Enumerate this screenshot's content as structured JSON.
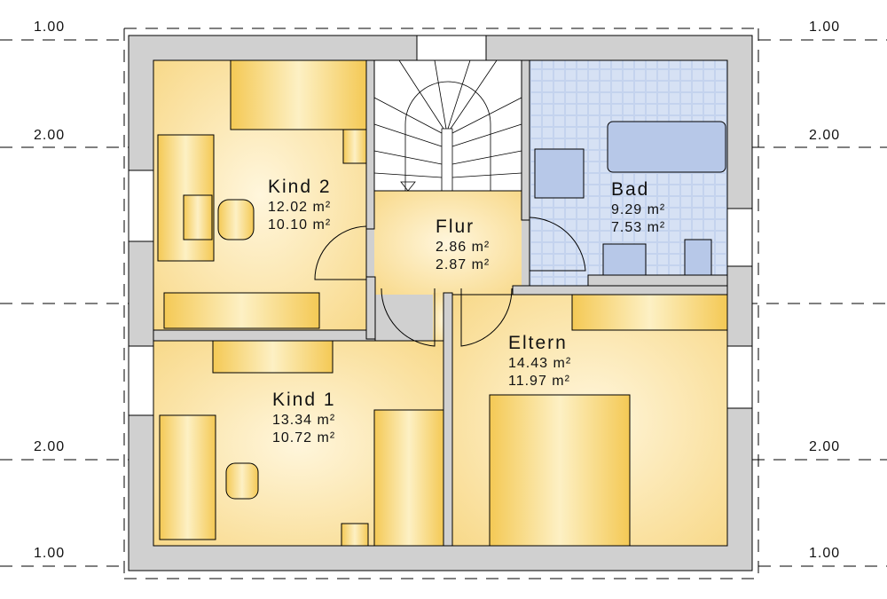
{
  "dimensions": {
    "left": [
      "1.00",
      "2.00",
      "2.00",
      "1.00"
    ],
    "right": [
      "1.00",
      "2.00",
      "2.00",
      "1.00"
    ]
  },
  "rooms": {
    "kind2": {
      "name": "Kind 2",
      "area_gross": "12.02 m²",
      "area_net": "10.10 m²"
    },
    "flur": {
      "name": "Flur",
      "area_gross": "2.86 m²",
      "area_net": "2.87 m²"
    },
    "bad": {
      "name": "Bad",
      "area_gross": "9.29 m²",
      "area_net": "7.53 m²"
    },
    "kind1": {
      "name": "Kind 1",
      "area_gross": "13.34 m²",
      "area_net": "10.72 m²"
    },
    "eltern": {
      "name": "Eltern",
      "area_gross": "14.43 m²",
      "area_net": "11.97 m²"
    }
  },
  "colors": {
    "wall": "#d0d0d0",
    "room": "#fbe4a6",
    "furniture": "#f6cf6a",
    "tile": "#b9c9e6"
  }
}
